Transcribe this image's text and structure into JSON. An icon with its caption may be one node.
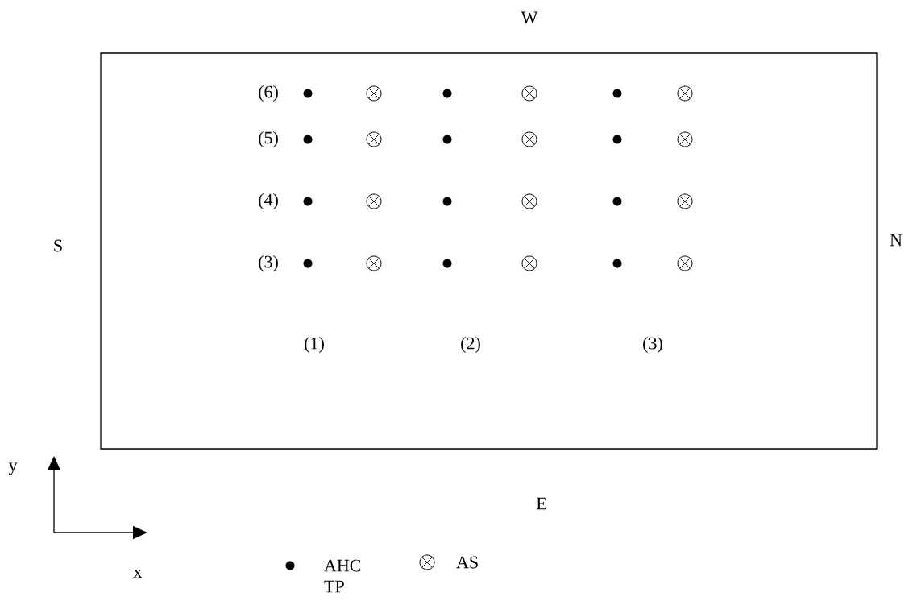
{
  "diagram": {
    "labels": [
      "W",
      "(6)",
      "(5)",
      "(4)",
      "S",
      "N",
      "(3)",
      "(1)",
      "(2)",
      "(3)",
      "y",
      "E",
      "x"
    ],
    "legend": [
      {
        "text": "AHC TP"
      },
      {
        "text": "AS"
      }
    ]
  }
}
